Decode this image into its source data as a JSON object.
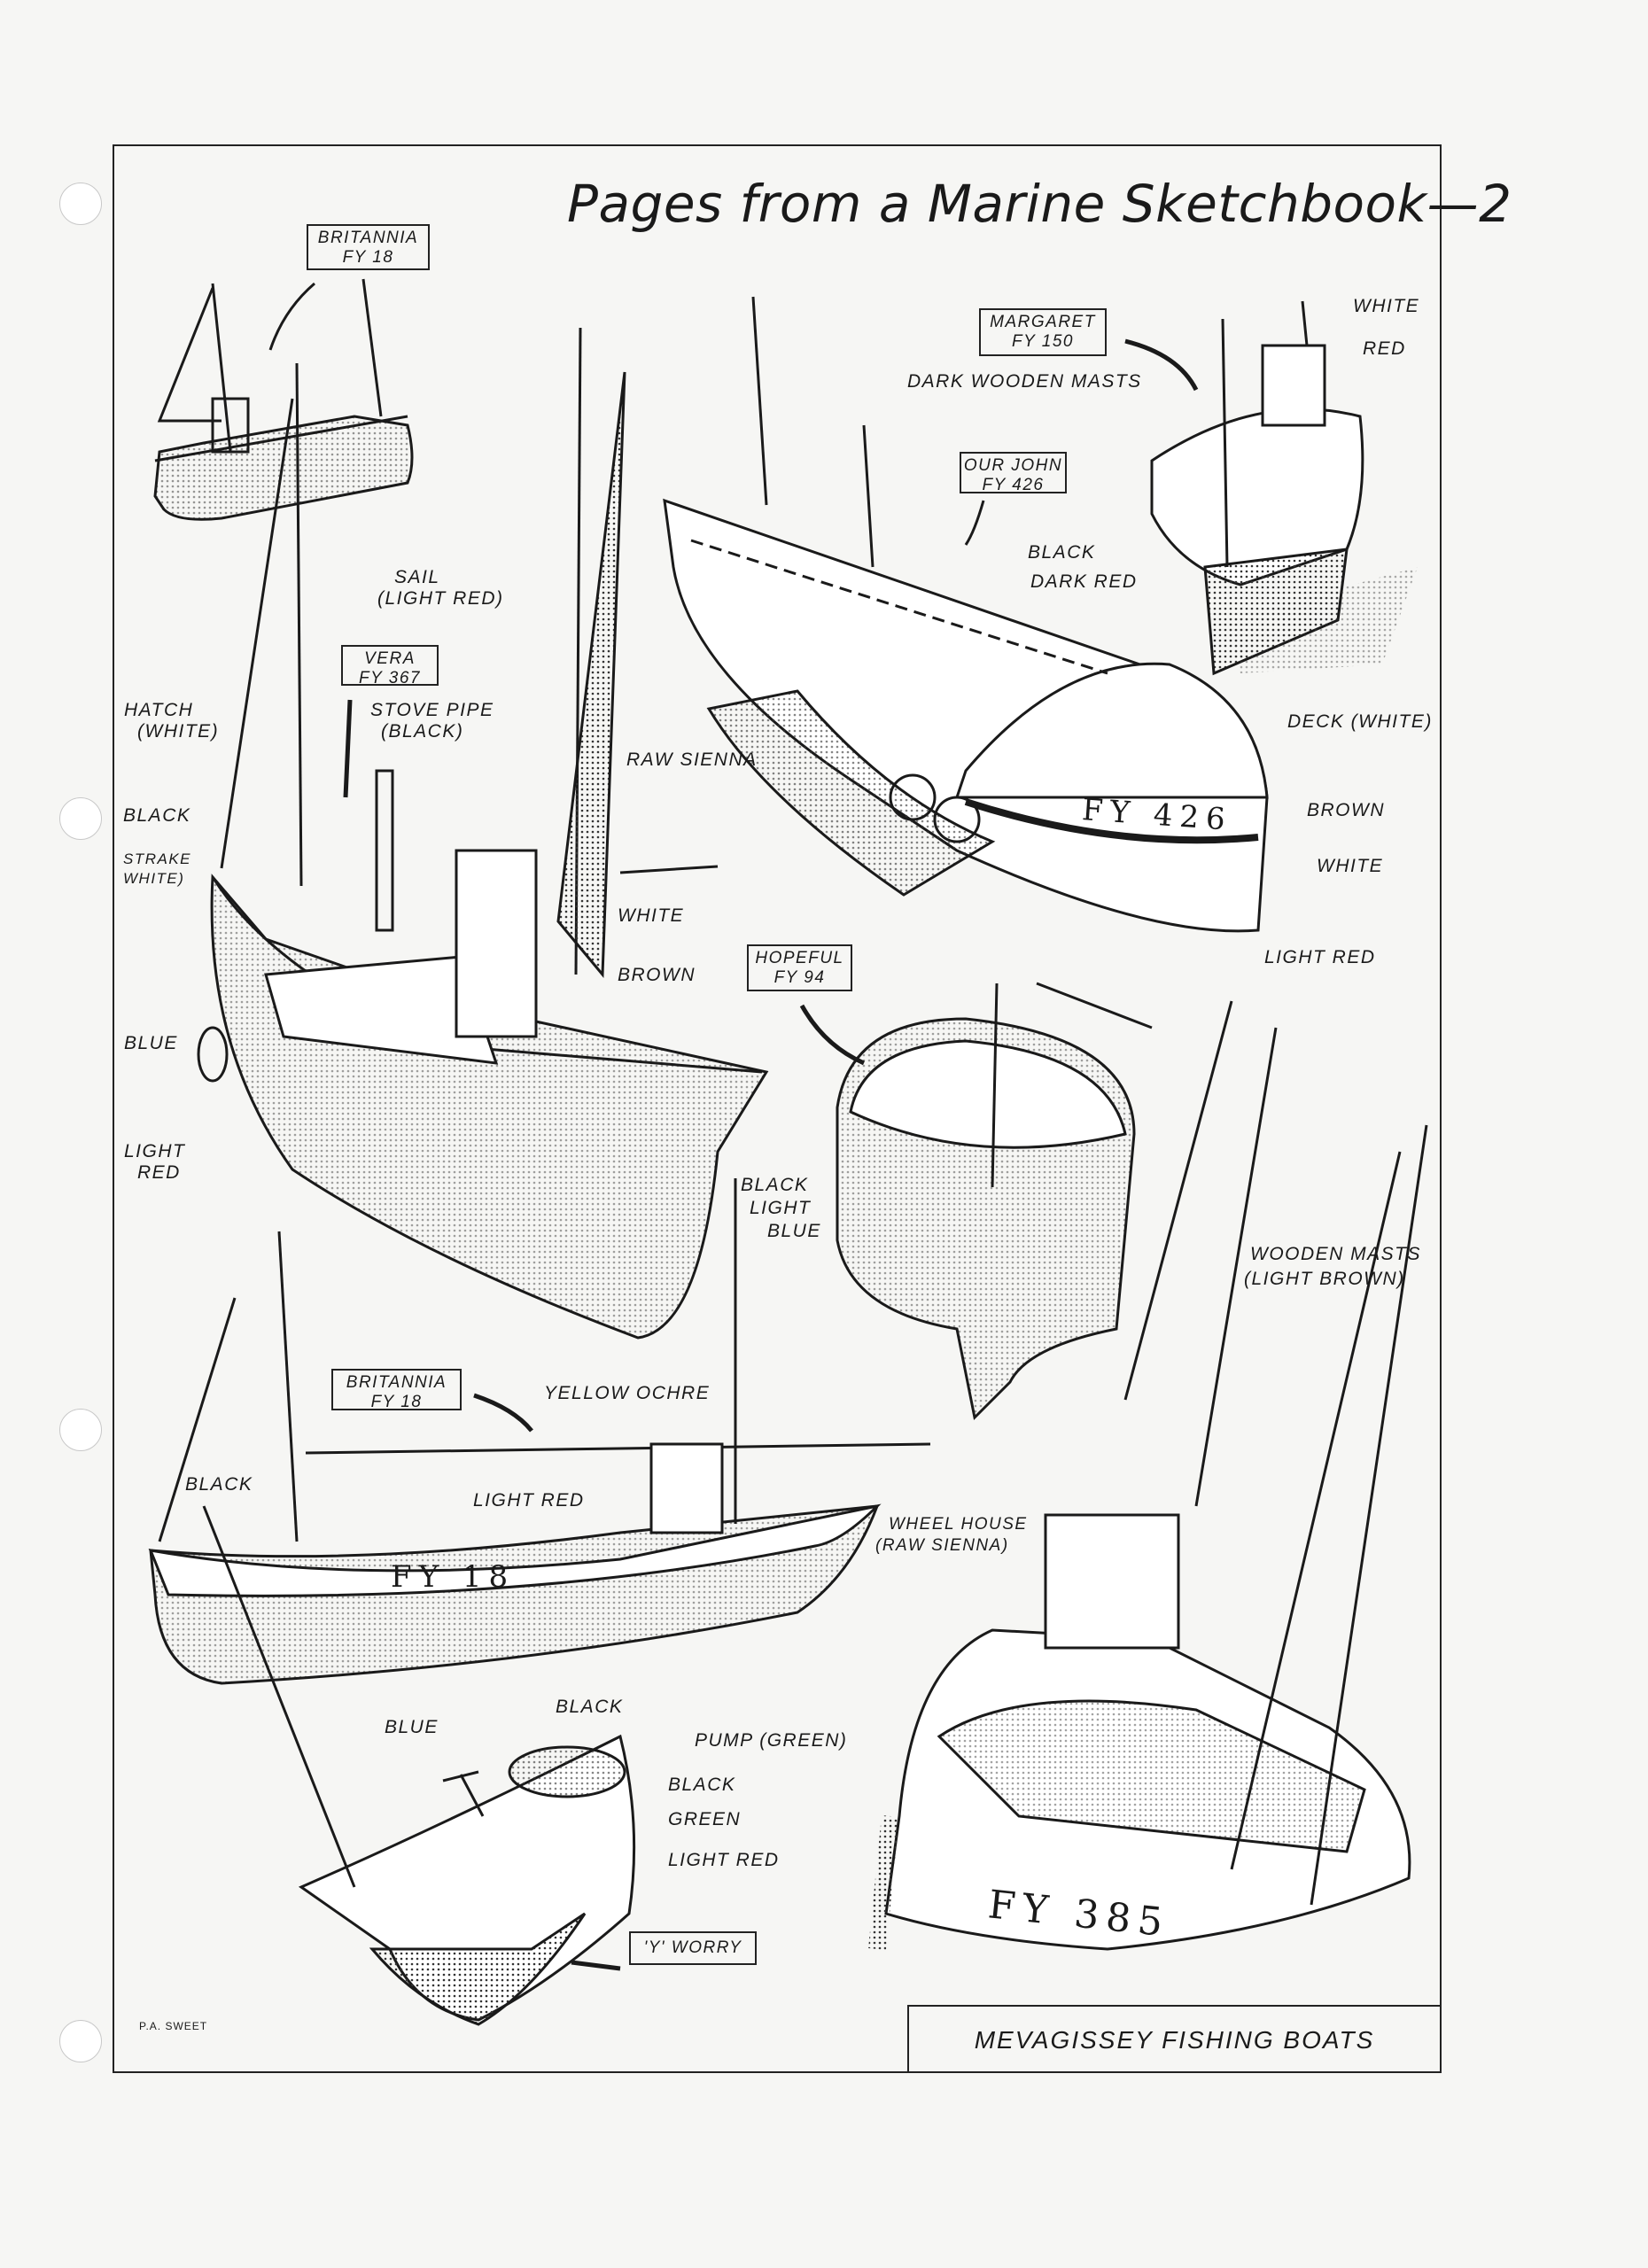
{
  "title": "Pages from a Marine Sketchbook—2",
  "boats": {
    "britannia_top": {
      "name": "BRITANNIA",
      "reg": "FY 18"
    },
    "margaret": {
      "name": "MARGARET",
      "reg": "FY 150"
    },
    "our_john": {
      "name": "OUR JOHN",
      "reg": "FY 426",
      "hull_marking": "FY 426"
    },
    "vera": {
      "name": "VERA",
      "reg": "FY 367"
    },
    "hopeful": {
      "name": "HOPEFUL",
      "reg": "FY 94"
    },
    "britannia_side": {
      "name": "BRITANNIA",
      "reg": "FY 18",
      "hull_marking": "FY 18"
    },
    "y_worry": {
      "name": "'Y' WORRY"
    },
    "fy385": {
      "hull_marking": "FY 385"
    }
  },
  "labels": {
    "margaret_white": "WHITE",
    "margaret_red": "RED",
    "dark_wooden_masts": "DARK WOODEN MASTS",
    "sail_1": "SAIL",
    "sail_2": "(LIGHT RED)",
    "hatch_1": "HATCH",
    "hatch_2": "(WHITE)",
    "stove_1": "STOVE PIPE",
    "stove_2": "(BLACK)",
    "raw_sienna": "RAW SIENNA",
    "margaret_black": "BLACK",
    "margaret_dark_red": "DARK RED",
    "deck_white": "DECK (WHITE)",
    "vera_black": "BLACK",
    "strake_1": "STRAKE",
    "strake_2": "WHITE)",
    "ourjohn_brown": "BROWN",
    "vera_white": "WHITE",
    "ourjohn_white": "WHITE",
    "vera_brown": "BROWN",
    "ourjohn_light_red": "LIGHT RED",
    "vera_blue": "BLUE",
    "vera_light_1": "LIGHT",
    "vera_light_2": "RED",
    "hopeful_black": "BLACK",
    "hopeful_light": "LIGHT",
    "hopeful_blue": "BLUE",
    "wooden_masts_1": "WOODEN MASTS",
    "wooden_masts_2": "(LIGHT BROWN)",
    "yellow_ochre": "YELLOW OCHRE",
    "brit_black": "BLACK",
    "brit_light_red": "LIGHT RED",
    "wheel_1": "WHEEL HOUSE",
    "wheel_2": "(RAW SIENNA)",
    "brit_blue": "BLUE",
    "brit_black2": "BLACK",
    "pump": "PUMP (GREEN)",
    "worry_black": "BLACK",
    "worry_green": "GREEN",
    "worry_light_red": "LIGHT RED"
  },
  "footer": "MEVAGISSEY FISHING BOATS",
  "signature": "P.A. SWEET"
}
